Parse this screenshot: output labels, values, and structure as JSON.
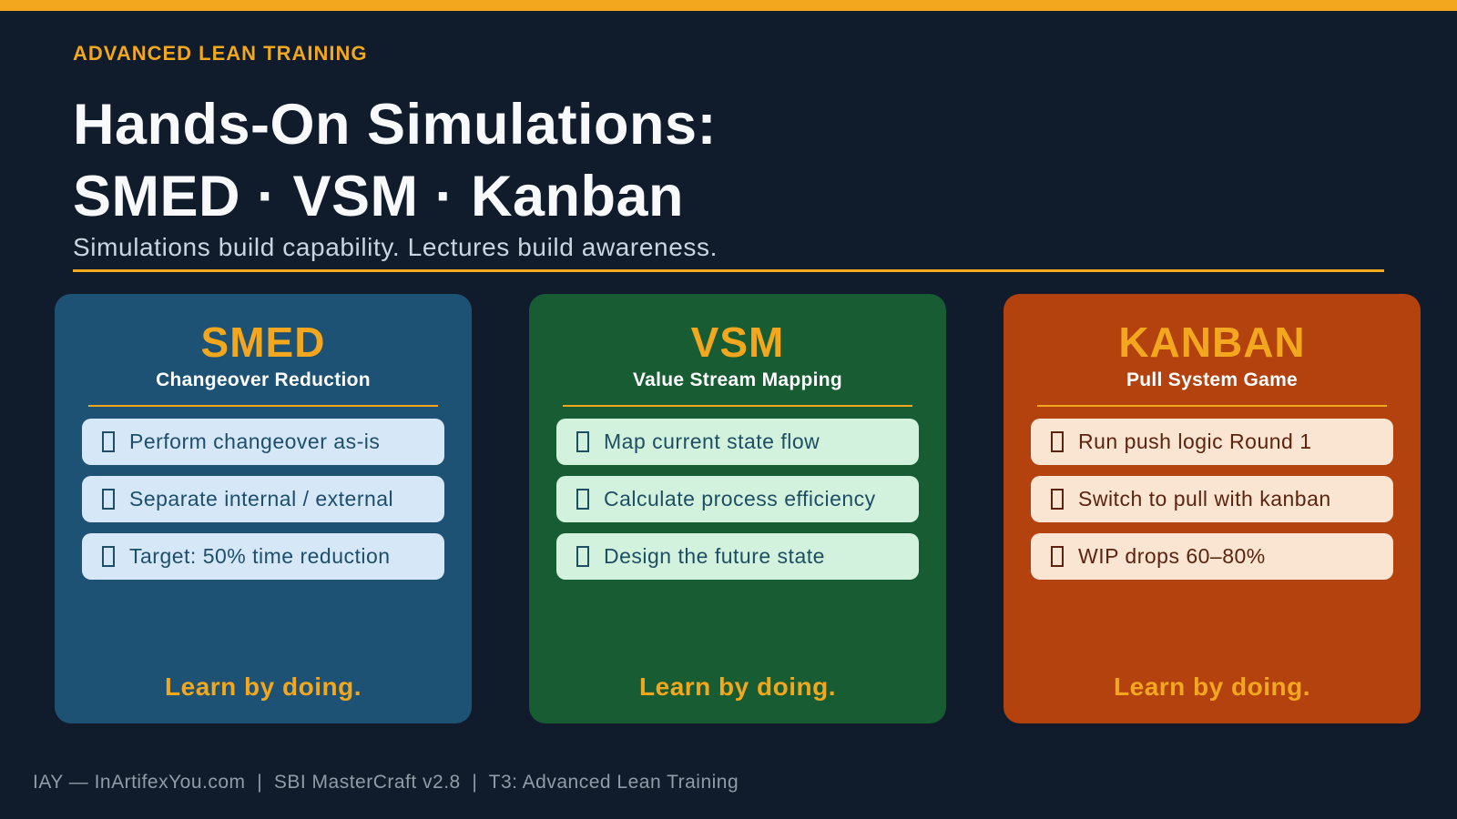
{
  "page": {
    "kicker": "ADVANCED LEAN TRAINING",
    "title_line1": "Hands-On Simulations:",
    "title_line2": "SMED · VSM · Kanban",
    "subtitle": "Simulations build capability. Lectures build awareness.",
    "footer": "IAY — InArtifexYou.com  |  SBI MasterCraft v2.8  |  T3: Advanced Lean Training"
  },
  "colors": {
    "bg": "#101C2B",
    "accent": "#F2A71F",
    "title_text": "#F7F9FA",
    "subtitle_text": "#C9D5E1",
    "footer_text": "#929CA8",
    "smed_card": "#1D5274",
    "vsm_card": "#175C32",
    "kanban_card": "#B4420F",
    "smed_pill": "#D6E8F7",
    "vsm_pill": "#D2F2DE",
    "kanban_pill": "#F9E5D2",
    "smed_pill_text": "#1D4E6B",
    "vsm_pill_text": "#1D4E63",
    "kanban_pill_text": "#5C2310"
  },
  "cards": [
    {
      "title": "SMED",
      "subtitle": "Changeover Reduction",
      "items": [
        "Perform changeover as-is",
        "Separate internal / external",
        "Target: 50% time reduction"
      ],
      "tagline": "Learn by doing."
    },
    {
      "title": "VSM",
      "subtitle": "Value Stream Mapping",
      "items": [
        "Map current state flow",
        "Calculate process efficiency",
        "Design the future state"
      ],
      "tagline": "Learn by doing."
    },
    {
      "title": "KANBAN",
      "subtitle": "Pull System Game",
      "items": [
        "Run push logic Round 1",
        "Switch to pull with kanban",
        "WIP drops 60–80%"
      ],
      "tagline": "Learn by doing."
    }
  ]
}
